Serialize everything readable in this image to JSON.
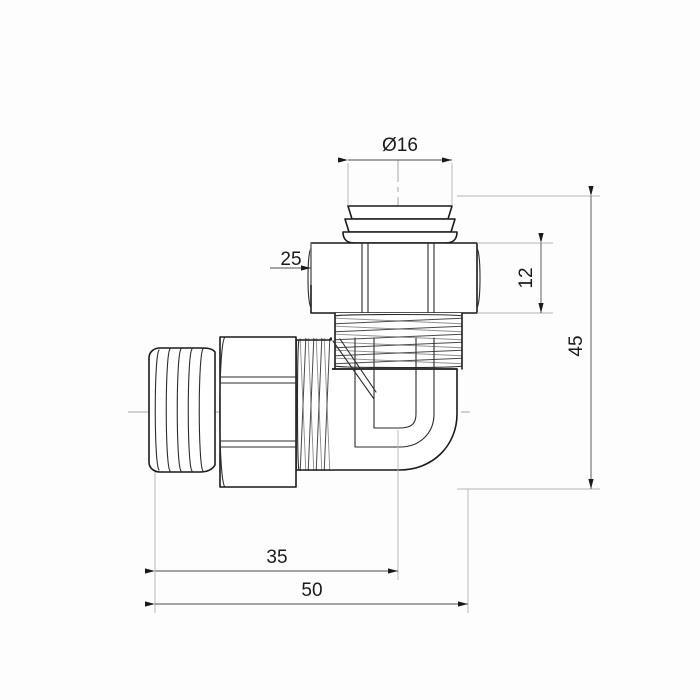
{
  "drawing": {
    "title": "Angle valve technical drawing",
    "type": "engineering-dimensioned-drawing",
    "units": "mm",
    "background_color": "#fdfdfd",
    "line_color": "#1a1a1a",
    "dimension_color": "#4d4d4d",
    "centerline_color": "#a8a8a8"
  },
  "dimensions": {
    "diameter_top": {
      "label": "Ø16",
      "value": 16,
      "symbol": "diameter",
      "orientation": "horizontal",
      "location": "top"
    },
    "width_25": {
      "label": "25",
      "value": 25,
      "orientation": "horizontal",
      "location": "upper-left"
    },
    "height_12": {
      "label": "12",
      "value": 12,
      "orientation": "vertical-rotated",
      "location": "right-upper"
    },
    "height_45": {
      "label": "45",
      "value": 45,
      "orientation": "vertical-rotated",
      "location": "right-outer"
    },
    "length_35": {
      "label": "35",
      "value": 35,
      "orientation": "horizontal",
      "location": "bottom-inner"
    },
    "length_50": {
      "label": "50",
      "value": 50,
      "orientation": "horizontal",
      "location": "bottom-outer"
    }
  },
  "components": {
    "top_cap": "stacked-seal-rings",
    "top_hex_nut": "hexagon-nut",
    "vertical_thread": "male-thread-vertical",
    "elbow_body": "right-angle-elbow",
    "horizontal_thread": "male-thread-horizontal",
    "union_nut": "union-nut-horizontal",
    "left_tail_thread": "barbed-tail-thread"
  }
}
